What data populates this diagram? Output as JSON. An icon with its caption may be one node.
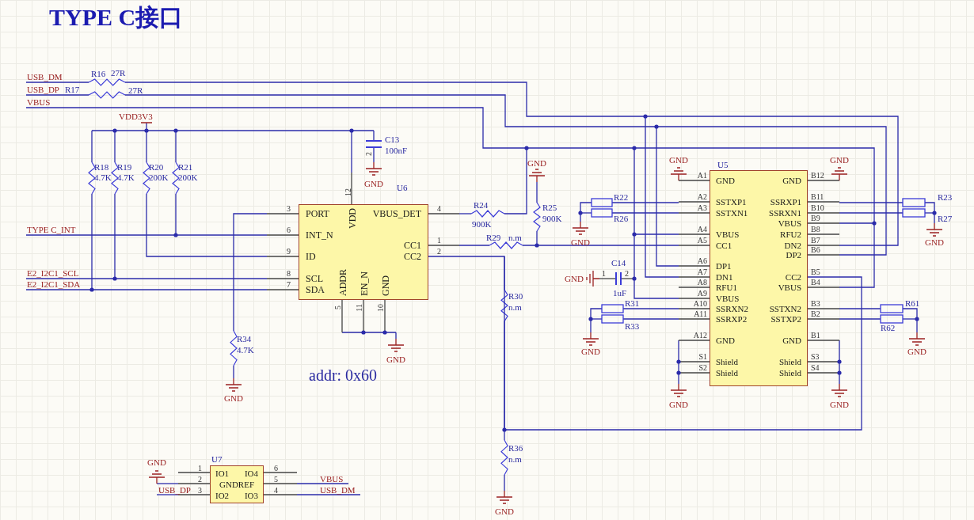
{
  "diagram": {
    "title": "TYPE C接口",
    "nodes": [
      {
        "text": [
          "PORT",
          "INT_N",
          "ID",
          "SCL",
          "SDA",
          "VDD",
          "ADDR",
          "EN_N",
          "GND",
          "VBUS_DET",
          "CC1",
          "CC2"
        ],
        "beside": [
          "U6"
        ]
      },
      {
        "text": [
          "GND",
          "SSTXP1",
          "SSTXN1",
          "VBUS",
          "CC1",
          "DP1",
          "DN1",
          "RFU1",
          "VBUS",
          "SSRXN2",
          "SSRXP2",
          "GND",
          "Shield",
          "Shield",
          "GND",
          "SSRXP1",
          "SSRXN1",
          "VBUS",
          "RFU2",
          "DN2",
          "DP2",
          "CC2",
          "VBUS",
          "SSTXN2",
          "SSTXP2",
          "GND",
          "Shield",
          "Shield"
        ],
        "beside": [
          "U5"
        ]
      },
      {
        "text": [
          "IO1",
          "IO4",
          "GNDREF",
          "IO2",
          "IO3"
        ],
        "beside": [
          "U7"
        ]
      }
    ],
    "edges": [
      {
        "from": 0,
        "to": 1,
        "arrow": "none"
      }
    ],
    "labels": [
      "USB_DM",
      "USB_DP",
      "VBUS",
      "R16",
      "27R",
      "R17",
      "27R",
      "VDD3V3",
      "C13",
      "100nF",
      "2",
      "GND",
      "R18",
      "4.7K",
      "R19",
      "4.7K",
      "R20",
      "200K",
      "R21",
      "200K",
      "12",
      "GND",
      "R24",
      "900K",
      "R25",
      "900K",
      "TYPE C_INT",
      "3",
      "6",
      "9",
      "8",
      "7",
      "4",
      "1",
      "2",
      "R29",
      "n.m",
      "E2_I2C1_SCL",
      "E2_I2C1_SDA",
      "R30",
      "5",
      "11",
      "10",
      "n.m",
      "GND",
      "R34",
      "4.7K",
      "addr: 0x60",
      "GND",
      "R36",
      "n.m",
      "GND",
      "GND",
      "GND",
      "A1",
      "A2",
      "A3",
      "A4",
      "A5",
      "A6",
      "A7",
      "A8",
      "A9",
      "A10",
      "A11",
      "A12",
      "S1",
      "S2",
      "B12",
      "B11",
      "B10",
      "B9",
      "B8",
      "B7",
      "B6",
      "B5",
      "B4",
      "B3",
      "B2",
      "B1",
      "S3",
      "S4",
      "R22",
      "R26",
      "GND",
      "R23",
      "R27",
      "GND",
      "C14",
      "1uF",
      "GND",
      "1",
      "2",
      "R31",
      "R33",
      "GND",
      "R61",
      "R62",
      "GND",
      "GND",
      "GND",
      "GND",
      "1",
      "2",
      "USB_DP",
      "3",
      "6",
      "5",
      "4",
      "VBUS",
      "USB_DM"
    ]
  }
}
